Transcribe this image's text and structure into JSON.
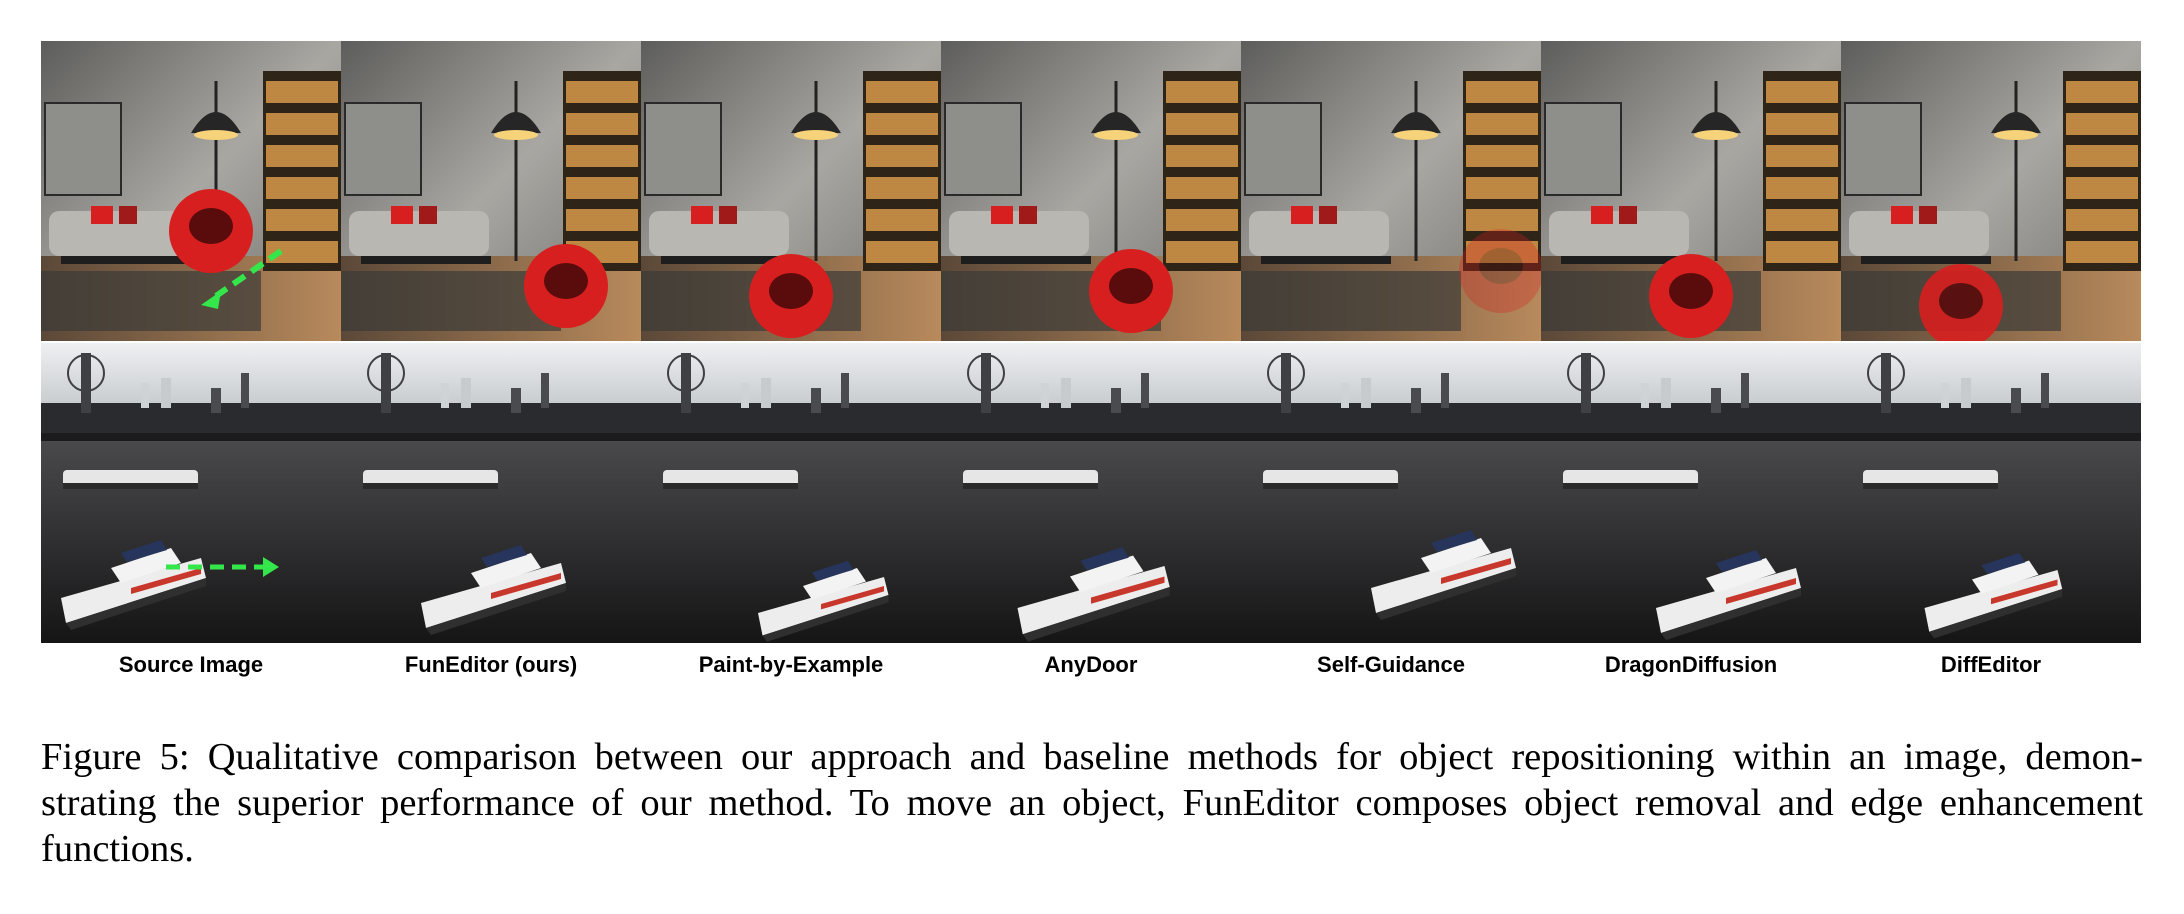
{
  "figure": {
    "rows": [
      "living-room",
      "river-thames"
    ],
    "columns": [
      {
        "label": "Source Image",
        "has_arrow": true
      },
      {
        "label": "FunEditor (ours)",
        "has_arrow": false
      },
      {
        "label": "Paint-by-Example",
        "has_arrow": false
      },
      {
        "label": "AnyDoor",
        "has_arrow": false
      },
      {
        "label": "Self-Guidance",
        "has_arrow": false
      },
      {
        "label": "DragonDiffusion",
        "has_arrow": false
      },
      {
        "label": "DiffEditor",
        "has_arrow": false
      }
    ],
    "arrow_color": "#33e64a",
    "chair_color": "#d81f1f"
  },
  "caption": {
    "lines": [
      "Figure 5: Qualitative comparison between our approach and baseline methods for object repositioning within an image, demon-",
      "strating the superior performance of our method. To move an object, FunEditor composes object removal and edge enhancement",
      "functions."
    ]
  }
}
